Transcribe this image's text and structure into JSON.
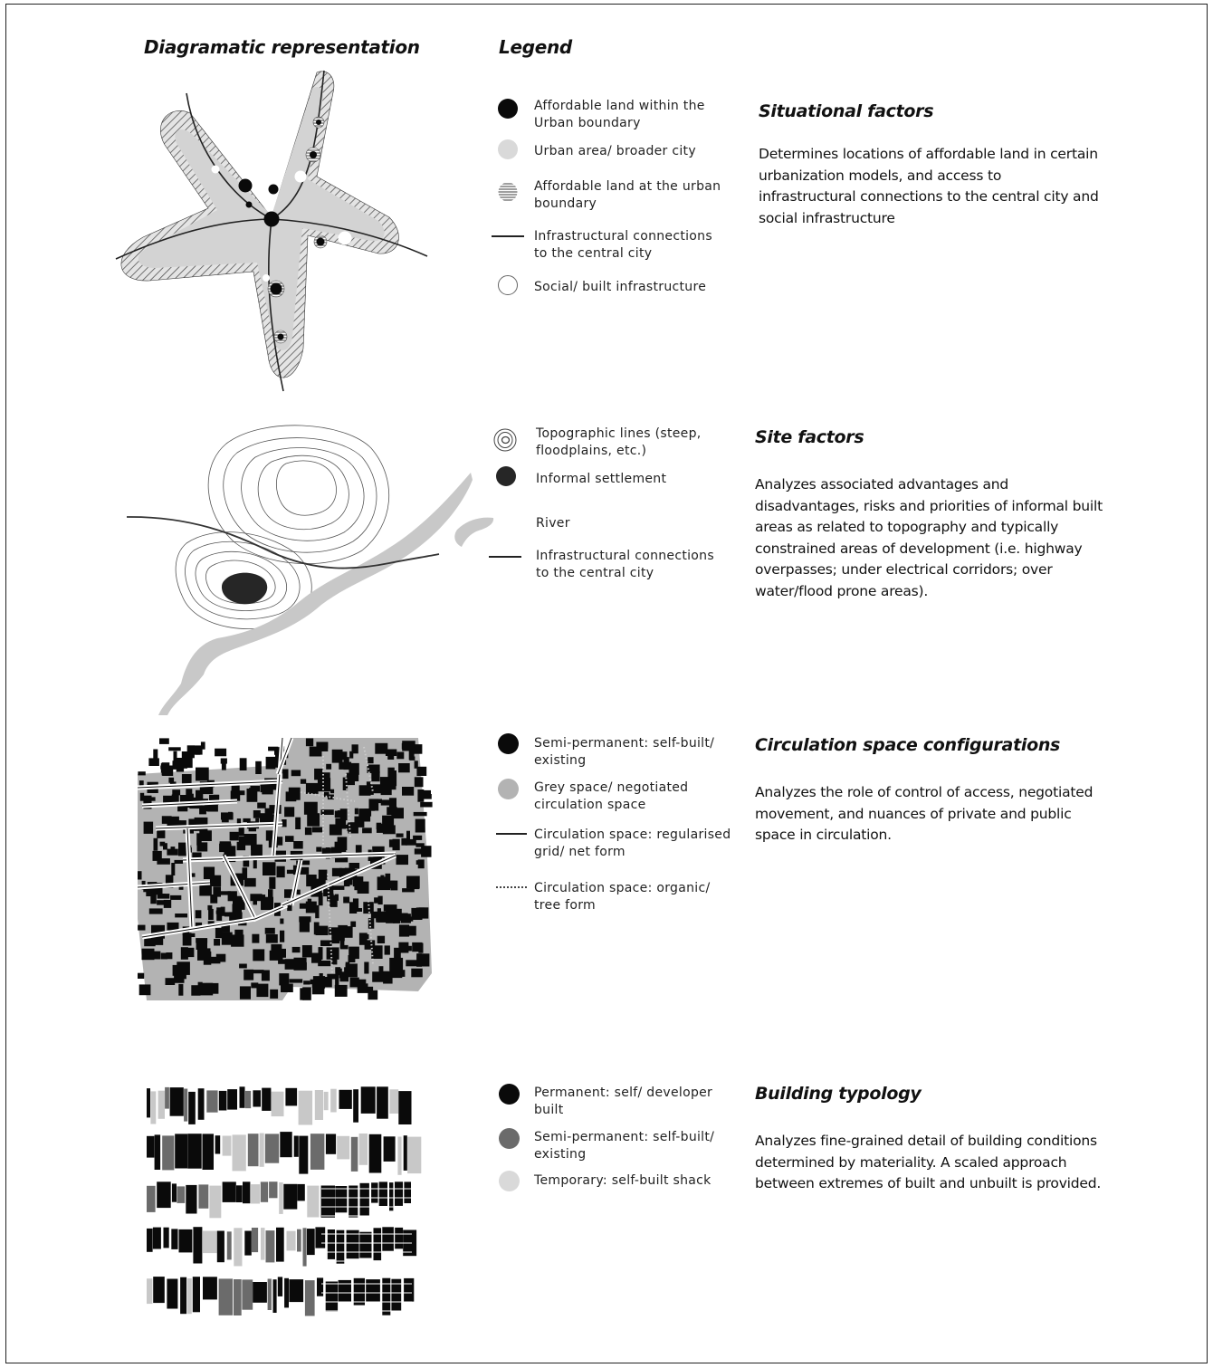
{
  "header": {
    "left": "Diagramatic representation",
    "right": "Legend"
  },
  "sections": [
    {
      "title": "Situational factors",
      "description": "Determines locations of affordable land in certain urbanization models, and access to infrastructural connections to the central city and social infrastructure",
      "legend": [
        {
          "symbol": "black-dot",
          "label": "Affordable land within the Urban boundary"
        },
        {
          "symbol": "light-grey-dot",
          "label": "Urban area/ broader city"
        },
        {
          "symbol": "hatched-dot",
          "label": "Affordable land at the urban boundary"
        },
        {
          "symbol": "solid-line",
          "label": "Infrastructural connections to the central city"
        },
        {
          "symbol": "white-dot",
          "label": "Social/ built infrastructure"
        }
      ]
    },
    {
      "title": "Site factors",
      "description": "Analyzes associated advantages and disadvantages, risks and priorities of informal built areas as related to topography and typically constrained areas of development (i.e. highway overpasses; under electrical corridors; over water/flood prone areas).",
      "legend": [
        {
          "symbol": "contour-icon",
          "label": "Topographic lines (steep, floodplains, etc.)"
        },
        {
          "symbol": "dark-dot",
          "label": "Informal settlement"
        },
        {
          "symbol": "river-swatch",
          "label": "River"
        },
        {
          "symbol": "solid-line",
          "label": "Infrastructural connections to the central city"
        }
      ]
    },
    {
      "title": "Circulation space configurations",
      "description": "Analyzes the role of control of access, negotiated movement, and nuances of private and public space in circulation.",
      "legend": [
        {
          "symbol": "black-dot",
          "label": "Semi-permanent: self-built/ existing"
        },
        {
          "symbol": "grey-dot",
          "label": "Grey space/ negotiated circulation space"
        },
        {
          "symbol": "solid-line",
          "label": "Circulation space: regularised grid/ net form"
        },
        {
          "symbol": "dotted-line",
          "label": "Circulation space: organic/ tree form"
        }
      ]
    },
    {
      "title": "Building typology",
      "description": "Analyzes fine-grained detail of building conditions determined by materiality. A scaled approach between extremes of built and unbuilt is provided.",
      "legend": [
        {
          "symbol": "black-dot",
          "label": "Permanent: self/ developer built"
        },
        {
          "symbol": "dark-grey-dot",
          "label": "Semi-permanent: self-built/ existing"
        },
        {
          "symbol": "light-grey-dot",
          "label": "Temporary: self-built shack"
        }
      ]
    }
  ],
  "colors": {
    "black": "#0a0a0a",
    "light_grey": "#d9d9d9",
    "grey": "#b3b3b3",
    "dark_grey": "#6b6b6b",
    "river": "#c8c8c8",
    "settlement": "#262626"
  }
}
